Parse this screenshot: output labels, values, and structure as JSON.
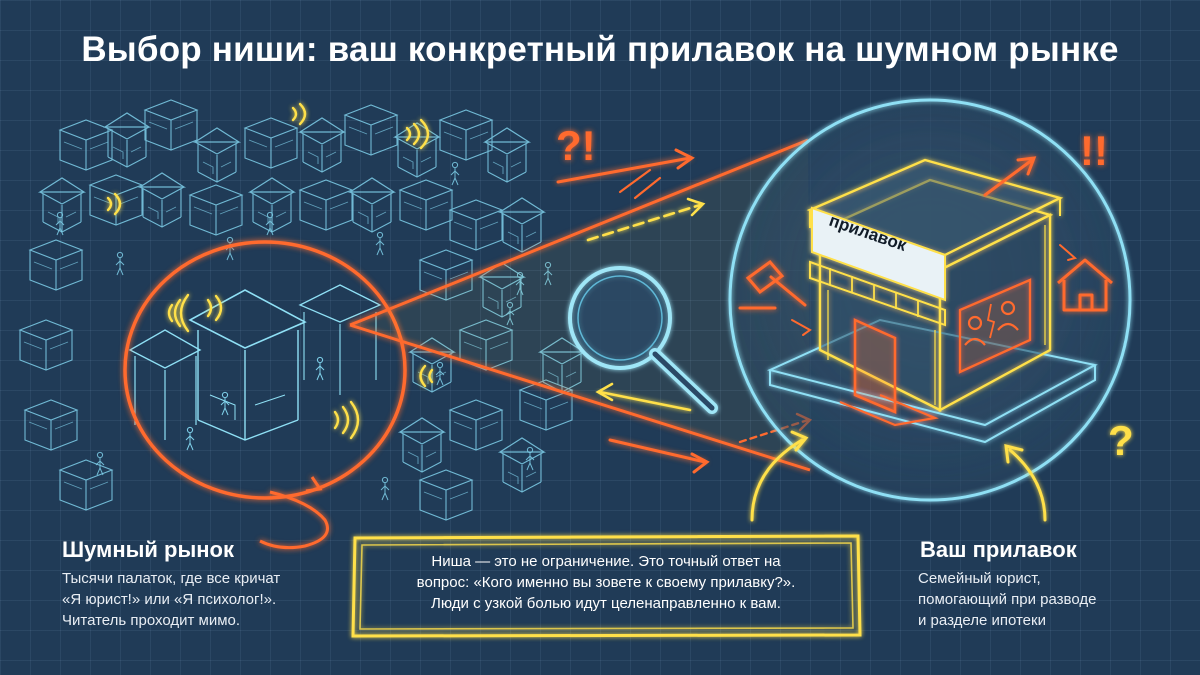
{
  "title": "Выбор ниши: ваш конкретный прилавок на шумном рынке",
  "stall_sign": "прилавок",
  "left_panel": {
    "heading": "Шумный рынок",
    "text": "Тысячи палаток, где все кричат\n«Я юрист!» или «Я психолог!».\nЧитатель проходит мимо."
  },
  "center_note": {
    "text": "Ниша — это не ограничение. Это точный ответ на\nвопрос: «Кого именно вы зовете к своему прилавку?».\nЛюди с узкой болью идут целенаправленно к вам."
  },
  "right_panel": {
    "heading": "Ваш прилавок",
    "text": "Семейный юрист,\nпомогающий при разводе\nи разделе ипотеки"
  },
  "marks": {
    "left_question": "?!",
    "right_exclaim": "!!",
    "right_question": "?"
  },
  "icons": [
    "sound-wave-icon",
    "magnifier-icon",
    "gavel-icon",
    "house-icon",
    "family-icon"
  ],
  "colors": {
    "background": "#203b57",
    "line_art": "#7fd0ea",
    "accent_orange": "#ff6a2e",
    "accent_yellow": "#ffe04a",
    "text": "#ffffff"
  }
}
